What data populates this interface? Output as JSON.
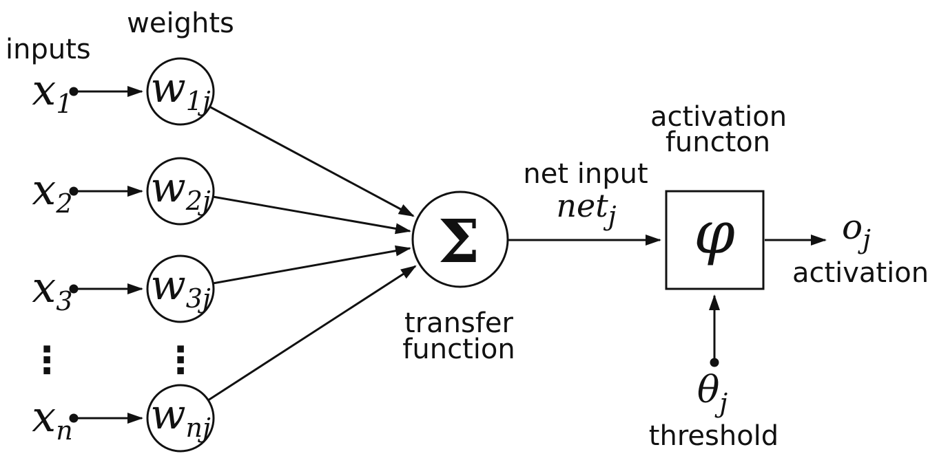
{
  "labels": {
    "inputs": "inputs",
    "weights": "weights",
    "net_input": "net input",
    "transfer_line1": "transfer",
    "transfer_line2": "function",
    "activation_fn_line1": "activation",
    "activation_fn_line2": "functon",
    "output_activation": "activation",
    "threshold": "threshold"
  },
  "symbols": {
    "sum": "Σ",
    "phi": "φ",
    "ellipsis": "⋮",
    "net_base": "net",
    "net_sub": "j",
    "output_base": "o",
    "output_sub": "j",
    "theta_base": "θ",
    "theta_sub": "j"
  },
  "rows": [
    {
      "input_base": "x",
      "input_sub": "1",
      "weight_base": "w",
      "weight_sub": "1j"
    },
    {
      "input_base": "x",
      "input_sub": "2",
      "weight_base": "w",
      "weight_sub": "2j"
    },
    {
      "input_base": "x",
      "input_sub": "3",
      "weight_base": "w",
      "weight_sub": "3j"
    },
    {
      "input_base": "x",
      "input_sub": "n",
      "weight_base": "w",
      "weight_sub": "nj"
    }
  ],
  "colors": {
    "ink": "#111111",
    "background": "#ffffff"
  }
}
